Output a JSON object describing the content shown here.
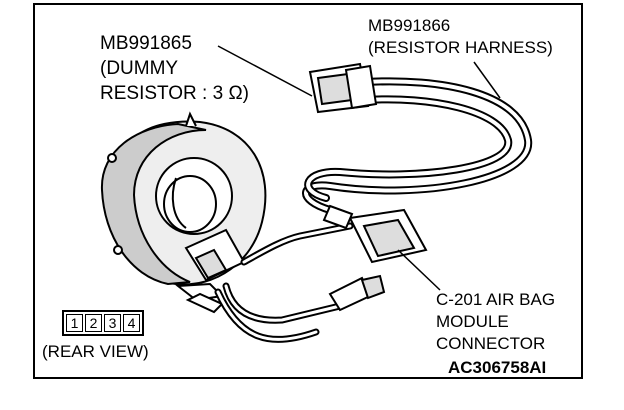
{
  "labels": {
    "dummy_resistor_part": "MB991865",
    "dummy_resistor_line2": "(DUMMY",
    "dummy_resistor_line3": "RESISTOR : 3 Ω)",
    "harness_part": "MB991866",
    "harness_line2": "(RESISTOR HARNESS)",
    "connector_line1": "C-201 AIR BAG",
    "connector_line2": "MODULE",
    "connector_line3": "CONNECTOR",
    "rear_view": "(REAR VIEW)",
    "figure_code": "AC306758AI"
  },
  "connector_pins": [
    "1",
    "2",
    "3",
    "4"
  ]
}
